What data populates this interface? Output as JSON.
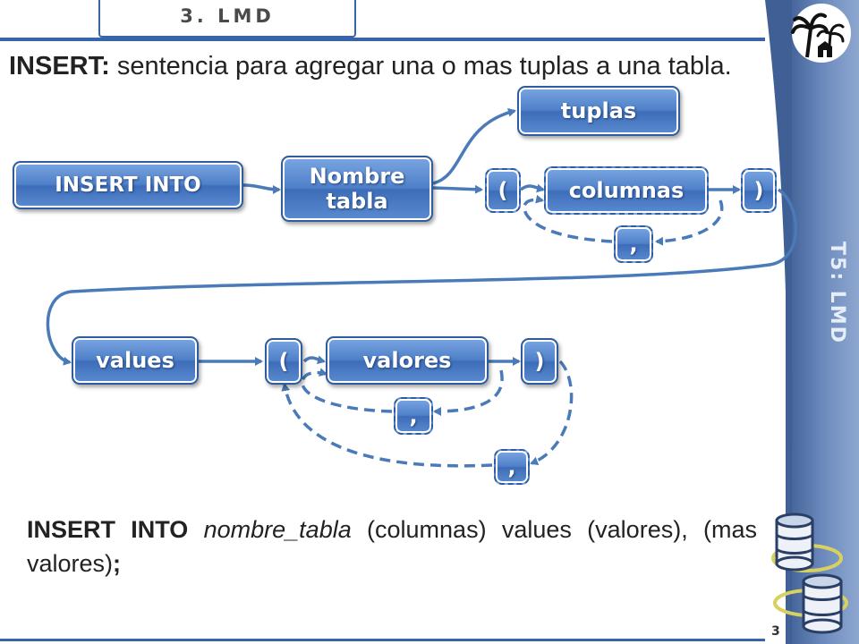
{
  "header": {
    "title": "3. LMD",
    "vertical_label": "T5: LMD",
    "page_number": "3"
  },
  "heading": {
    "keyword": "INSERT:",
    "description": " sentencia para agregar una o mas tuplas a una tabla."
  },
  "diagram": {
    "nodes": {
      "insert_into": "INSERT INTO",
      "nombre_tabla_line1": "Nombre",
      "nombre_tabla_line2": "tabla",
      "tuplas": "tuplas",
      "open_paren_1": "(",
      "columnas": "columnas",
      "close_paren_1": ")",
      "comma_1": ",",
      "values": "values",
      "open_paren_2": "(",
      "valores": "valores",
      "close_paren_2": ")",
      "comma_2": ",",
      "comma_3": ","
    }
  },
  "statement": {
    "kw_insert_into": "INSERT INTO",
    "table_name": "nombre_tabla",
    "columns_part": " (columnas) ",
    "kw_values": "values",
    "values_part": " (valores), (mas valores)",
    "terminator": ";"
  },
  "colors": {
    "accent": "#3a64a8",
    "box_fill": "#4f80c8",
    "arrow": "#4a7ab8",
    "ring": "#d8d060"
  }
}
